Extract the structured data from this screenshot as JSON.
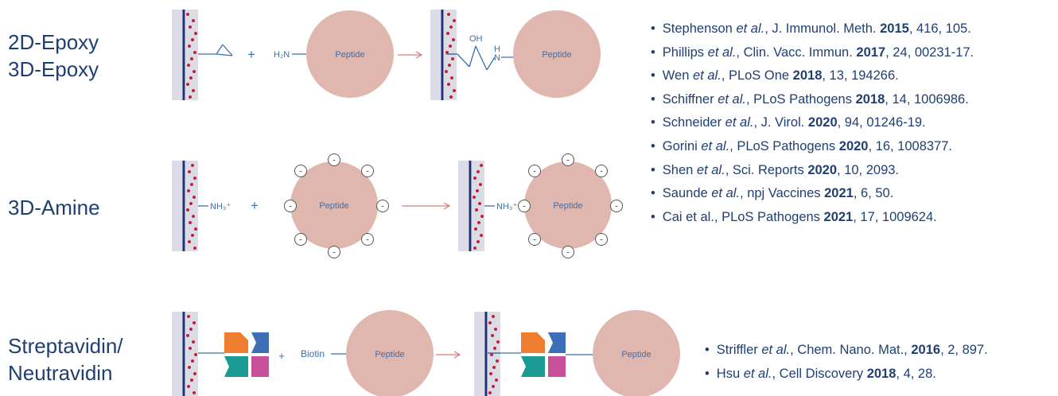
{
  "labels": {
    "epoxy": [
      "2D-Epoxy",
      "3D-Epoxy"
    ],
    "amine": "3D-Amine",
    "streptavidin": [
      "Streptavidin/",
      "Neutravidin"
    ]
  },
  "diagram": {
    "peptide": "Peptide",
    "plus": "+",
    "h2n": "H₂N",
    "oh": "OH",
    "nh_h": "H",
    "nh_n": "N",
    "nh3": "NH₃⁺",
    "minus": "-",
    "biotin": "Biotin",
    "colors": {
      "peptide": "#e0b7ae",
      "arrow": "#d97a7a",
      "chem": "#3a6fb0",
      "slide_fill": "#dcdce8",
      "slide_line": "#1f2f7a",
      "dot": "#c21f3a",
      "orange": "#ef7d2f",
      "blue": "#3d6fb8",
      "teal": "#1a9a93",
      "magenta": "#c8509a"
    }
  },
  "references_top": [
    {
      "author": "Stephenson",
      "etal": " et al.",
      "journal": ", J. Immunol. Meth. ",
      "year": "2015",
      "rest": ", 416, 105."
    },
    {
      "author": "Phillips",
      "etal": " et al.",
      "journal": ", Clin. Vacc. Immun. ",
      "year": "2017",
      "rest": ", 24, 00231-17."
    },
    {
      "author": "Wen",
      "etal": " et al.",
      "journal": ", PLoS One ",
      "year": "2018",
      "rest": ", 13, 194266."
    },
    {
      "author": "Schiffner",
      "etal": " et al.",
      "journal": ", PLoS Pathogens ",
      "year": "2018",
      "rest": ", 14, 1006986."
    },
    {
      "author": "Schneider",
      "etal": " et al.",
      "journal": ", J. Virol. ",
      "year": "2020",
      "rest": ", 94, 01246-19."
    },
    {
      "author": "Gorini",
      "etal": " et al.",
      "journal": ", PLoS Pathogens ",
      "year": "2020",
      "rest": ", 16, 1008377."
    },
    {
      "author": "Shen",
      "etal": " et al.",
      "journal": ", Sci. Reports ",
      "year": "2020",
      "rest": ", 10, 2093."
    },
    {
      "author": "Saunde",
      "etal": " et al.",
      "journal": ", npj Vaccines ",
      "year": "2021",
      "rest": ", 6, 50."
    },
    {
      "author": "Cai et al.",
      "etal": "",
      "journal": ", PLoS Pathogens ",
      "year": "2021",
      "rest": ", 17, 1009624."
    }
  ],
  "references_bottom": [
    {
      "author": "Striffler",
      "etal": " et al.",
      "journal": ", Chem. Nano. Mat., ",
      "year": "2016",
      "rest": ", 2, 897."
    },
    {
      "author": "Hsu",
      "etal": " et al.",
      "journal": ", Cell Discovery ",
      "year": "2018",
      "rest": ", 4, 28."
    }
  ]
}
